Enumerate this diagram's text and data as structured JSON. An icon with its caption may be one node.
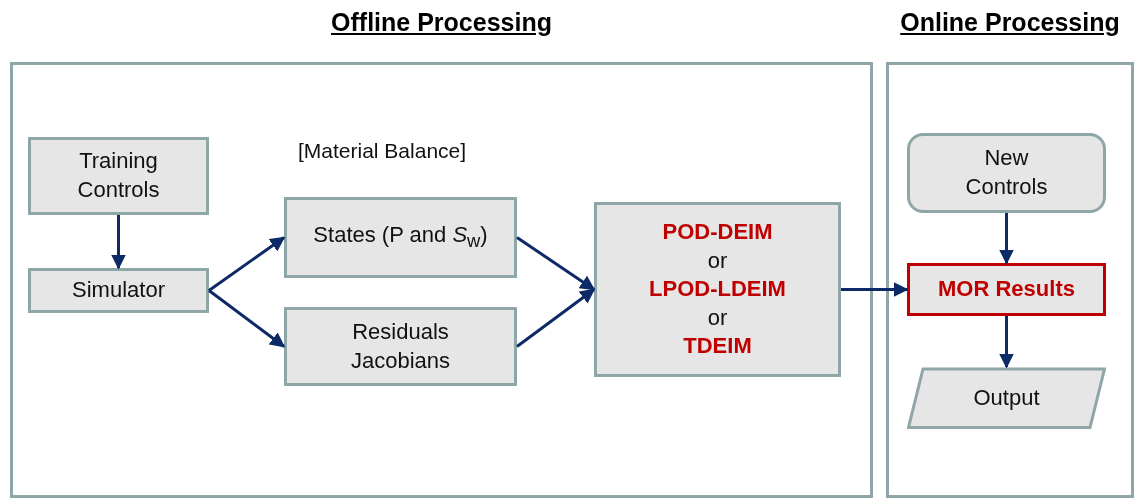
{
  "diagram": {
    "nodes": [
      {
        "text": [
          "Offline Processing"
        ]
      },
      {
        "text": [
          "Online Processing"
        ]
      },
      {
        "text": [
          "Training Controls"
        ],
        "in": 0
      },
      {
        "text": [
          "Simulator"
        ],
        "in": 0
      },
      {
        "text": [
          "States (P and *S*$_{w}$)"
        ],
        "in": 0,
        "beside": [
          "[Material Balance]"
        ]
      },
      {
        "text": [
          "Residuals Jacobians"
        ],
        "in": 0
      },
      {
        "text": [
          "POD-DEIM",
          "or",
          "LPOD-LDEIM",
          "or",
          "TDEIM"
        ],
        "in": 0
      },
      {
        "text": [
          "New Controls"
        ],
        "in": 1
      },
      {
        "text": [
          "MOR Results"
        ],
        "in": 1
      },
      {
        "text": [
          "Output"
        ],
        "in": 1
      }
    ],
    "edges": [
      {
        "from": 2,
        "to": 3,
        "arrow": "to"
      },
      {
        "from": 3,
        "to": 4,
        "arrow": "to"
      },
      {
        "from": 3,
        "to": 5,
        "arrow": "to"
      },
      {
        "from": 4,
        "to": 6,
        "arrow": "to"
      },
      {
        "from": 5,
        "to": 6,
        "arrow": "to"
      },
      {
        "from": 6,
        "to": 8,
        "arrow": "to"
      },
      {
        "from": 7,
        "to": 8,
        "arrow": "to"
      },
      {
        "from": 8,
        "to": 9,
        "arrow": "to"
      }
    ]
  }
}
